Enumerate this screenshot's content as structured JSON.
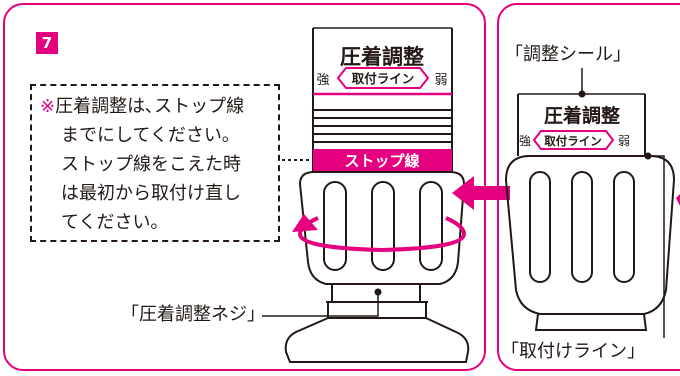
{
  "step": {
    "number": "7"
  },
  "note": {
    "mark": "※",
    "lines": [
      "圧着調整は､ストップ線",
      "までにしてください｡",
      "ストップ線をこえた時",
      "は最初から取付け直し",
      "てください｡"
    ]
  },
  "cap": {
    "seal_title": "圧着調整",
    "strong": "強",
    "mount_line": "取付ライン",
    "weak": "弱",
    "stop_line": "ストップ線"
  },
  "reference": {
    "seal_title": "圧着調整",
    "strong": "強",
    "mount_line": "取付ライン",
    "weak": "弱"
  },
  "callouts": {
    "screw": "｢圧着調整ネジ｣",
    "seal": "｢調整シール｣",
    "mount_line": "｢取付けライン｣"
  },
  "colors": {
    "accent": "#e4007f",
    "ink": "#231815"
  },
  "icons": [
    "rotation-arrow-icon",
    "direction-arrow-icon",
    "next-arrow-icon"
  ]
}
